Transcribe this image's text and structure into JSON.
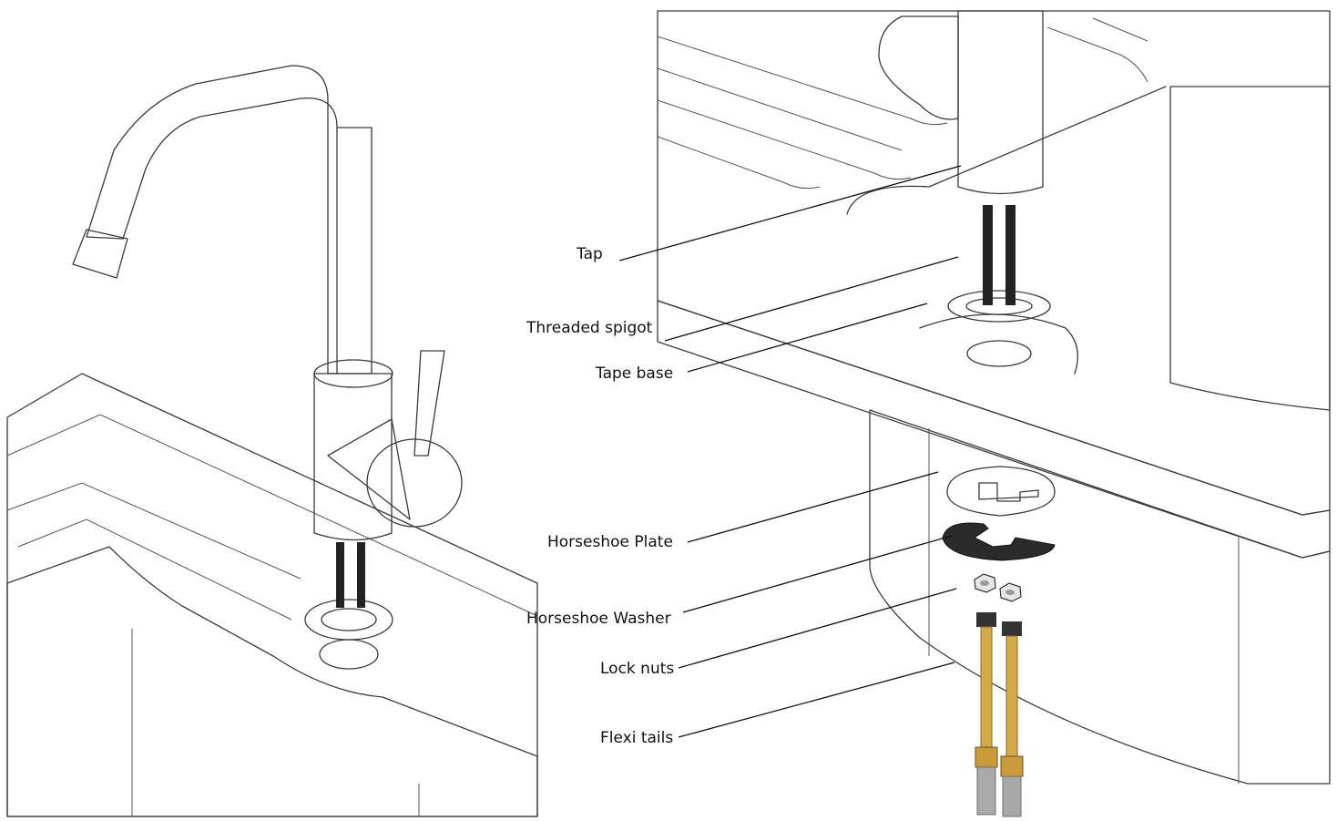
{
  "labels": {
    "tap": "Tap",
    "threaded_spigot": "Threaded spigot",
    "tape_base": "Tape base",
    "horseshoe_plate": "Horseshoe Plate",
    "horseshoe_washer": "Horseshoe Washer",
    "lock_nuts": "Lock nuts",
    "flexi_tails": "Flexi tails"
  },
  "colors": {
    "sink_surface": "#c9c9c9",
    "sink_shadow": "#b8b8b8",
    "tap_body": "#ffffff",
    "spigot": "#222222",
    "horseshoe_washer": "#2b2b2b",
    "flexi_tail": "#d4a94a",
    "flexi_hose": "#a9a9a9",
    "outline": "#3a3a3a"
  }
}
